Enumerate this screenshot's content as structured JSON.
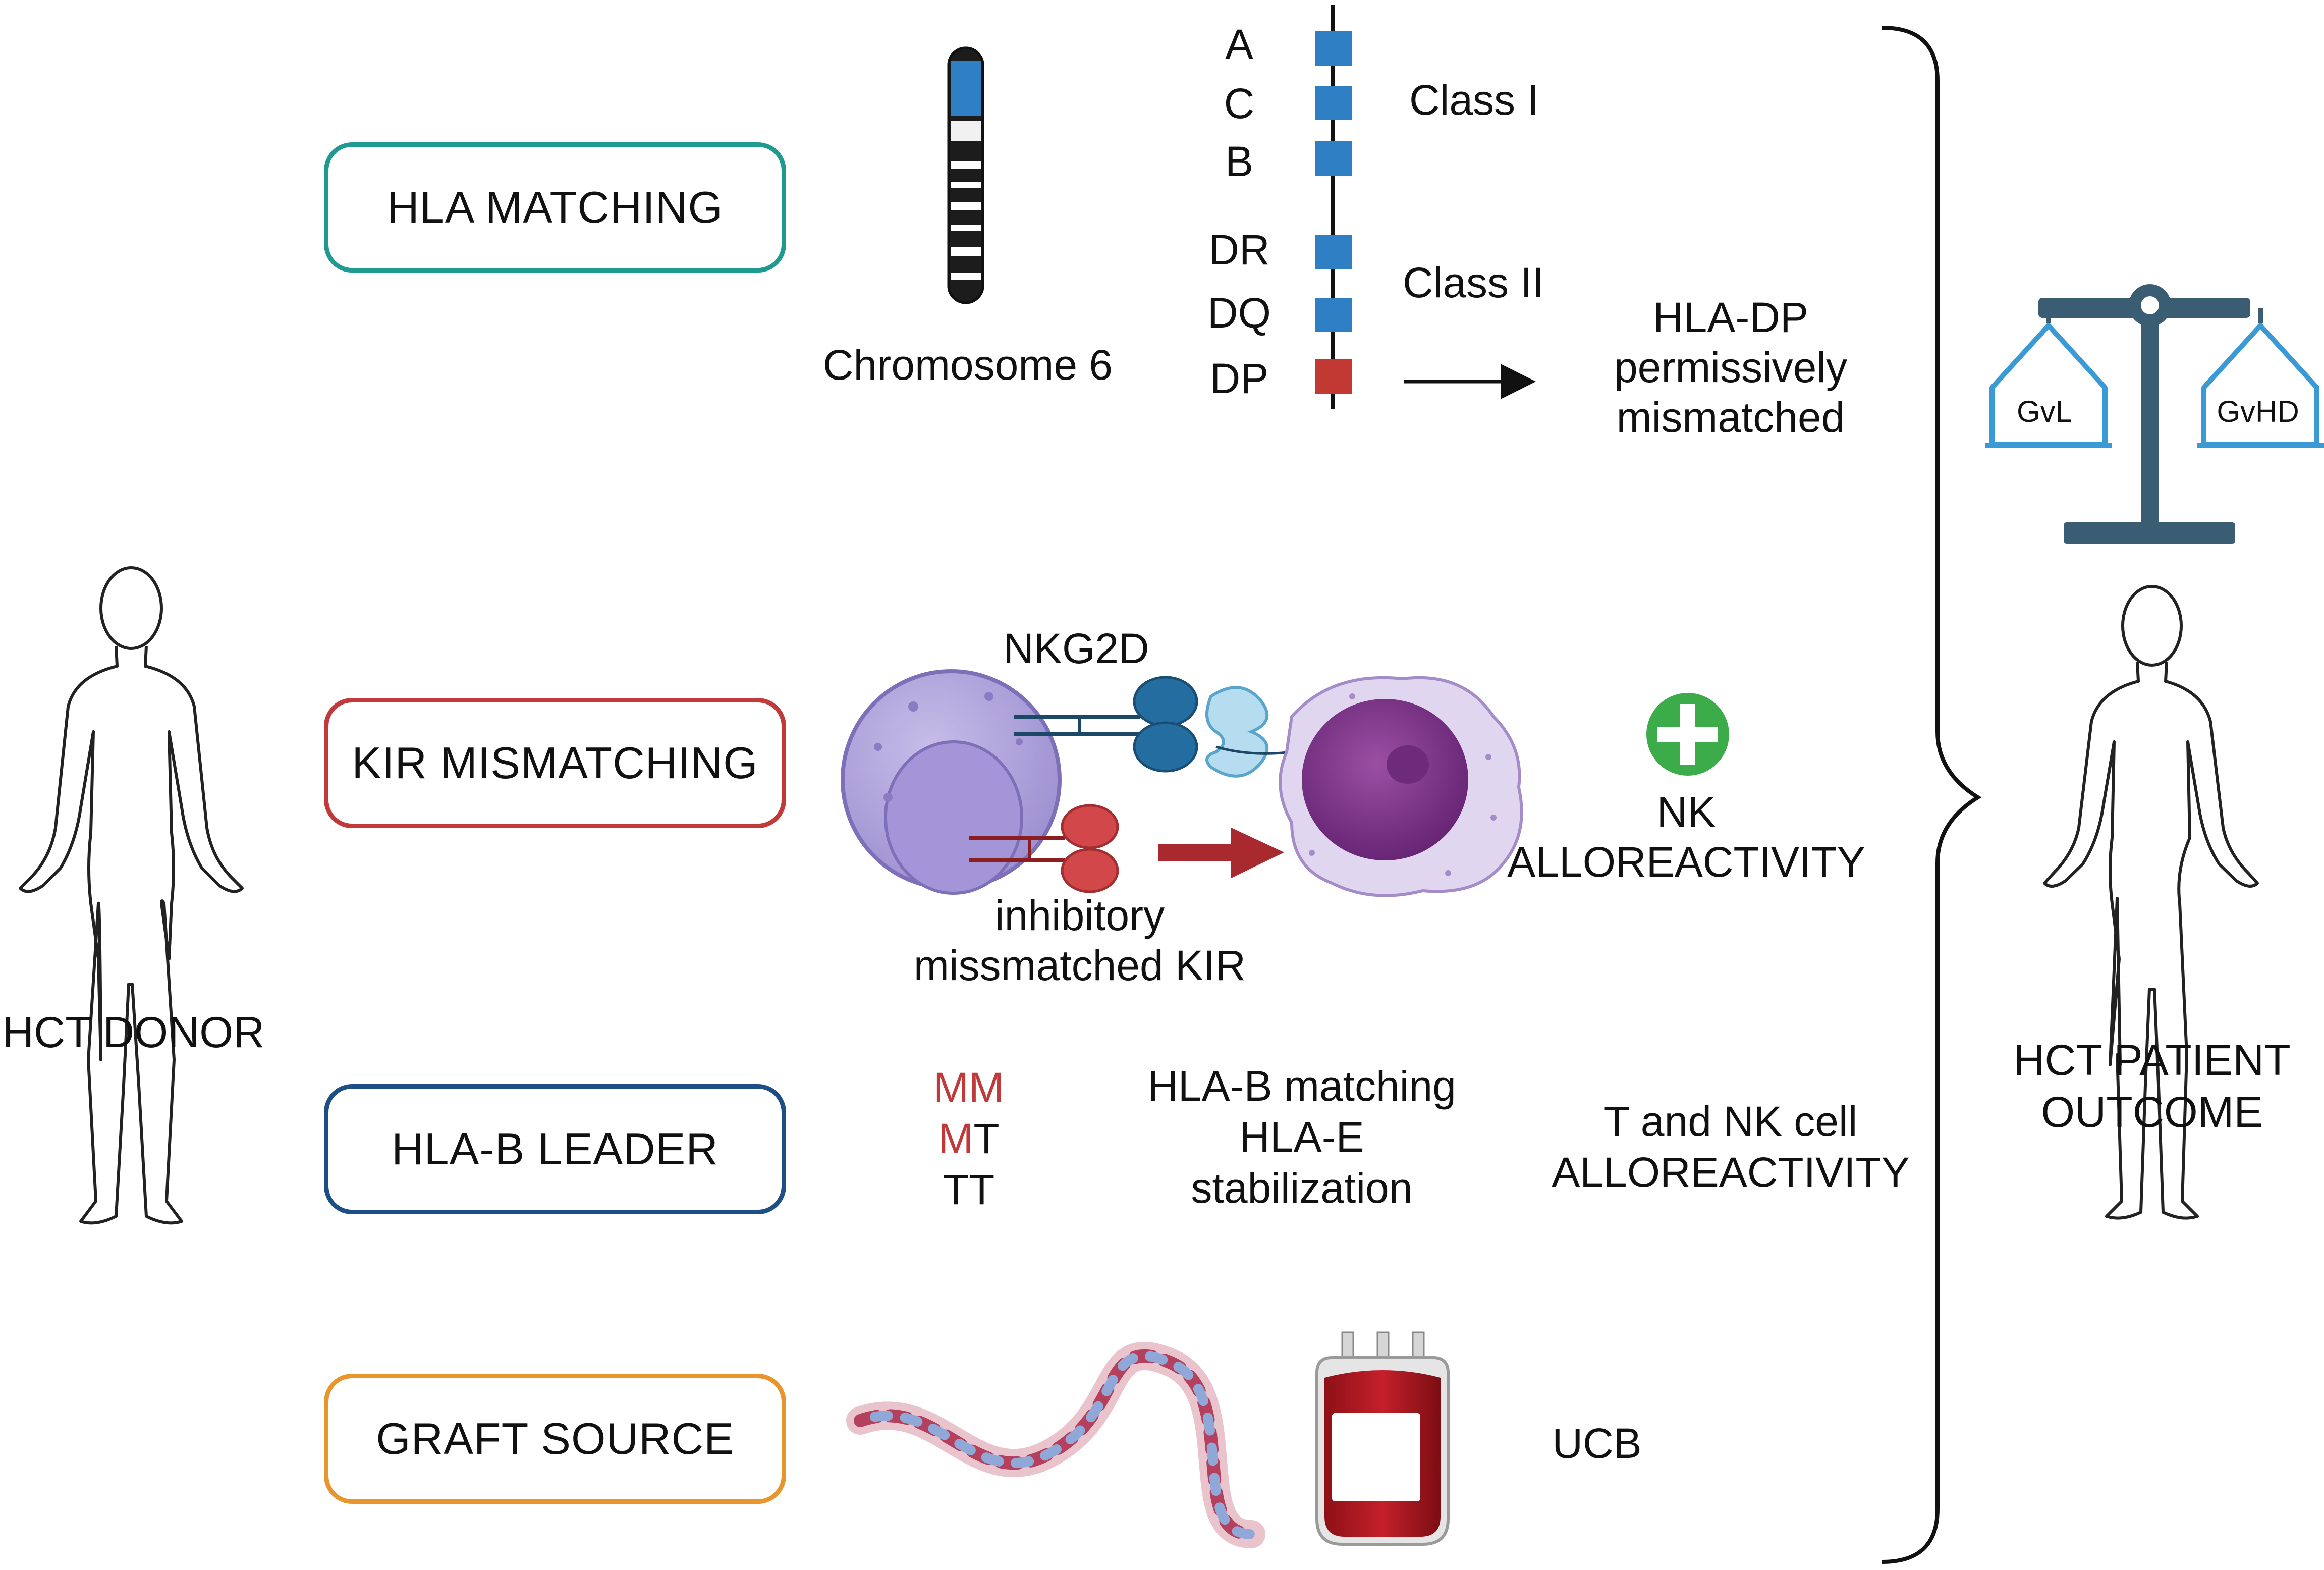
{
  "colors": {
    "teal": "#1e9a91",
    "red": "#c0393b",
    "navy": "#1d4e86",
    "orange": "#e8952e",
    "blue_locus": "#2f7fc4",
    "red_locus": "#c23832",
    "scale": "#3b5d74"
  },
  "left": {
    "donor_label": "HCT DONOR"
  },
  "right": {
    "patient_label_line1": "HCT PATIENT",
    "patient_label_line2": "OUTCOME",
    "scale_left": "GvL",
    "scale_right": "GvHD"
  },
  "boxes": {
    "hla_matching": "HLA MATCHING",
    "kir_mismatching": "KIR MISMATCHING",
    "hla_b_leader": "HLA-B LEADER",
    "graft_source": "GRAFT SOURCE"
  },
  "hla": {
    "chromosome_label": "Chromosome 6",
    "loci": [
      "A",
      "C",
      "B",
      "DR",
      "DQ",
      "DP"
    ],
    "class1": "Class I",
    "class2": "Class II",
    "dp_line1": "HLA-DP",
    "dp_line2": "permissively",
    "dp_line3": "mismatched"
  },
  "kir": {
    "nkg2d": "NKG2D",
    "inhib_line1": "inhibitory",
    "inhib_line2": "missmatched KIR",
    "nk_line1": "NK",
    "nk_line2": "ALLOREACTIVITY"
  },
  "leader": {
    "mm": "MM",
    "mt_m": "M",
    "mt_t": "T",
    "tt": "TT",
    "desc_line1": "HLA-B matching",
    "desc_line2": "HLA-E",
    "desc_line3": "stabilization",
    "out_line1": "T and NK cell",
    "out_line2": "ALLOREACTIVITY"
  },
  "graft": {
    "ucb": "UCB"
  }
}
